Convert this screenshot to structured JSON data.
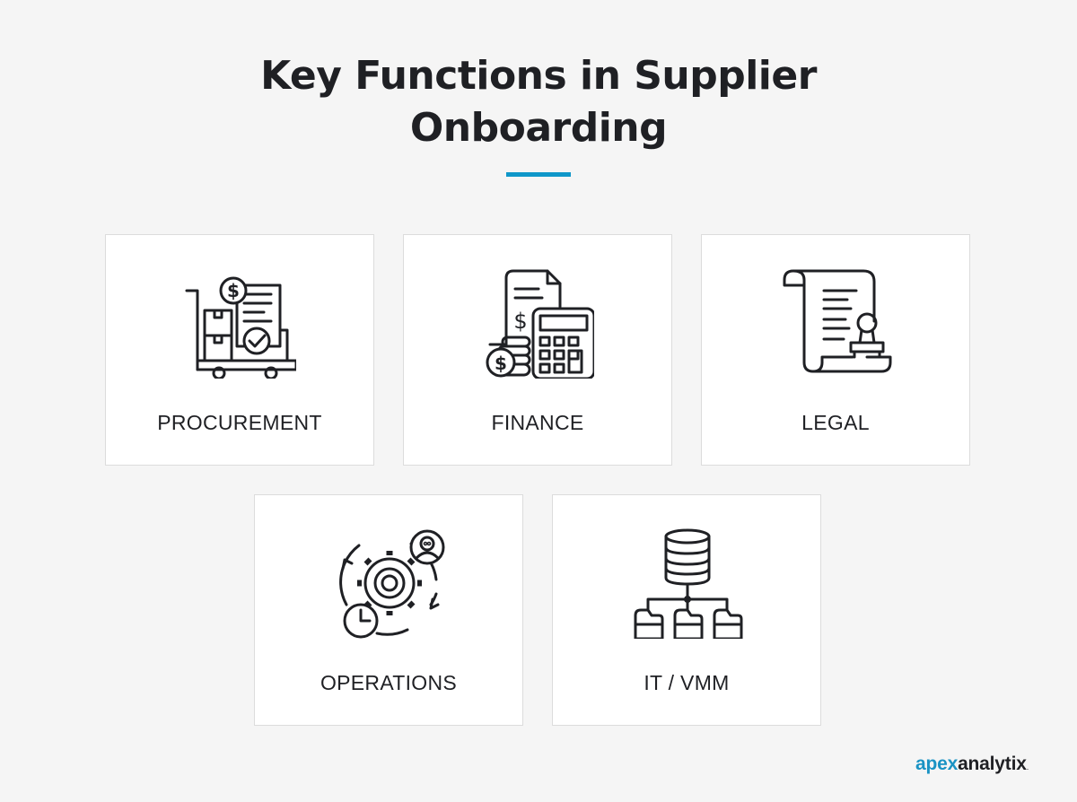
{
  "title": {
    "line1": "Key Functions in Supplier",
    "line2": "Onboarding"
  },
  "colors": {
    "accent": "#0f97c9",
    "text": "#1f2024",
    "background": "#f5f5f5",
    "card": "#ffffff"
  },
  "cards": [
    {
      "label": "PROCUREMENT",
      "icon": "cart-invoice-icon"
    },
    {
      "label": "FINANCE",
      "icon": "calculator-money-icon"
    },
    {
      "label": "LEGAL",
      "icon": "contract-stamp-icon"
    },
    {
      "label": "OPERATIONS",
      "icon": "gear-cycle-icon"
    },
    {
      "label": "IT / VMM",
      "icon": "database-network-icon"
    }
  ],
  "brand": {
    "part1": "apex",
    "part2": "analytix",
    "mark": "."
  }
}
